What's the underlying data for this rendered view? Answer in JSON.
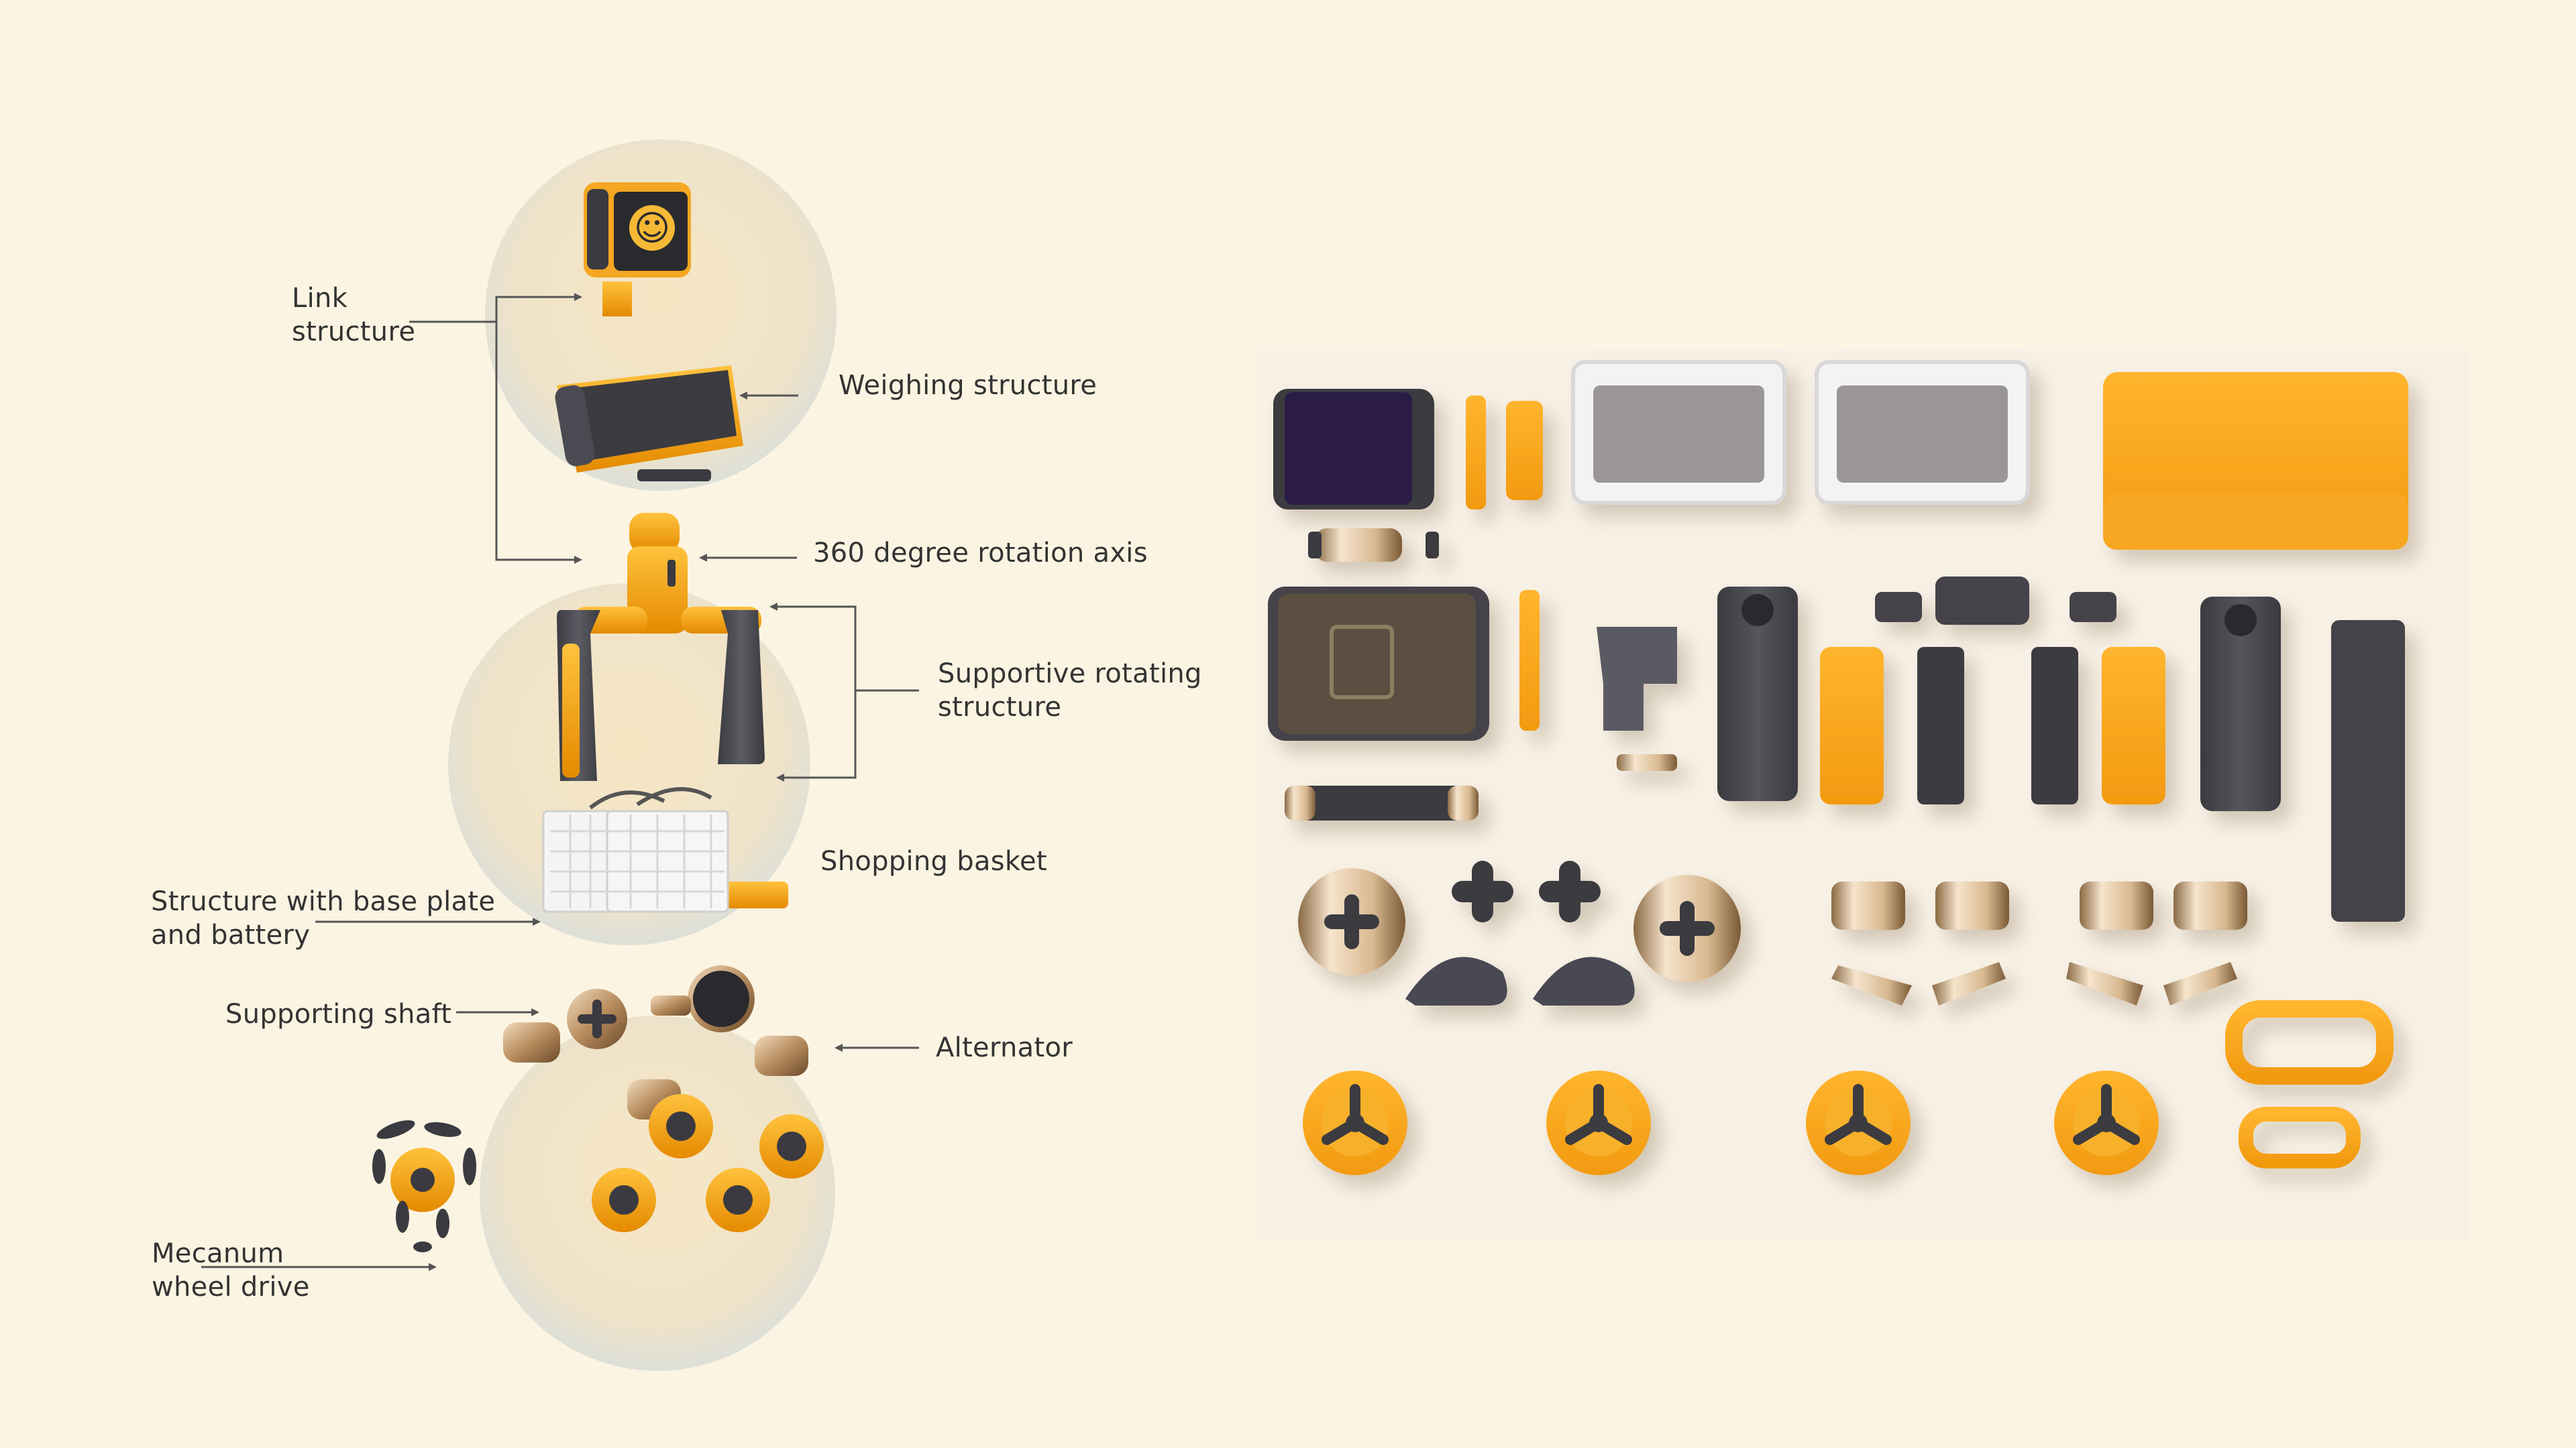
{
  "labels": {
    "link_structure": [
      "Link",
      "structure"
    ],
    "weighing_structure": "Weighing structure",
    "rotation_axis": "360 degree rotation axis",
    "supportive_rotating": [
      "Supportive rotating",
      "structure"
    ],
    "shopping_basket": "Shopping basket",
    "base_plate": [
      "Structure with base plate",
      "and battery"
    ],
    "supporting_shaft": "Supporting shaft",
    "alternator": "Alternator",
    "mecanum": [
      "Mecanum",
      "wheel drive"
    ]
  },
  "screen": {
    "face": "☺"
  },
  "colors": {
    "background": "#fcf4e2",
    "accent_yellow": "#f5a623",
    "dark_gray": "#4a4a52",
    "gold": "#d9b88a",
    "white_plastic": "#f4f4f4",
    "line": "#555555"
  }
}
